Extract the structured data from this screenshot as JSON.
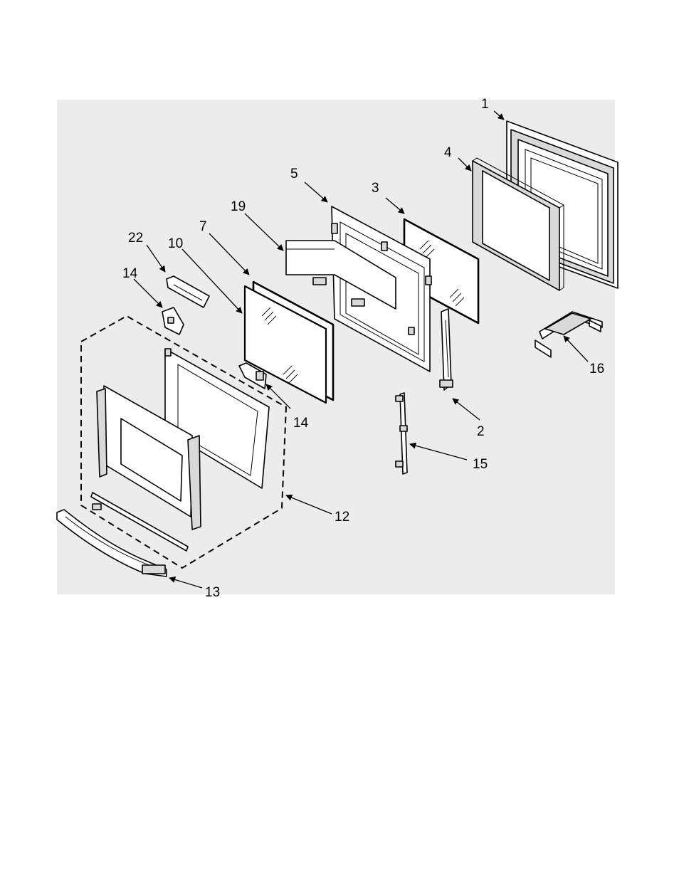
{
  "diagram": {
    "callouts": {
      "c1": "1",
      "c2": "2",
      "c3": "3",
      "c4": "4",
      "c5": "5",
      "c7": "7",
      "c10": "10",
      "c12": "12",
      "c13": "13",
      "c14a": "14",
      "c14b": "14",
      "c15": "15",
      "c16": "16",
      "c19": "19",
      "c22": "22"
    },
    "colors": {
      "panel_background": "#ececec",
      "line": "#000000",
      "part_fill": "#ffffff",
      "shaded_fill": "#d9d9d9"
    }
  }
}
